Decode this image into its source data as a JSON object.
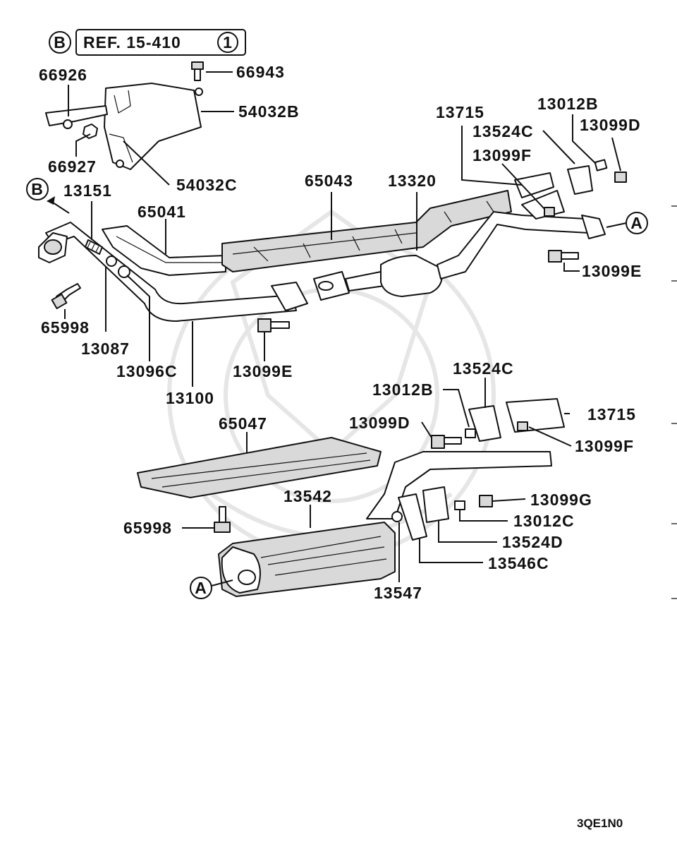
{
  "ref_box": {
    "marker": "B",
    "text": "REF. 15-410",
    "circled": "1"
  },
  "markers": {
    "b_top": "B",
    "a_right": "A",
    "a_bottom": "A"
  },
  "labels": [
    {
      "id": "66926",
      "text": "66926"
    },
    {
      "id": "66943",
      "text": "66943"
    },
    {
      "id": "54032B",
      "text": "54032B"
    },
    {
      "id": "66927",
      "text": "66927"
    },
    {
      "id": "54032C",
      "text": "54032C"
    },
    {
      "id": "13715a",
      "text": "13715"
    },
    {
      "id": "13012Ba",
      "text": "13012B"
    },
    {
      "id": "13524Ca",
      "text": "13524C"
    },
    {
      "id": "13099Da",
      "text": "13099D"
    },
    {
      "id": "13099Fa",
      "text": "13099F"
    },
    {
      "id": "65043",
      "text": "65043"
    },
    {
      "id": "13320",
      "text": "13320"
    },
    {
      "id": "13151",
      "text": "13151"
    },
    {
      "id": "65041",
      "text": "65041"
    },
    {
      "id": "13099Ea",
      "text": "13099E"
    },
    {
      "id": "65998a",
      "text": "65998"
    },
    {
      "id": "13087",
      "text": "13087"
    },
    {
      "id": "13096C",
      "text": "13096C"
    },
    {
      "id": "13099Eb",
      "text": "13099E"
    },
    {
      "id": "13100",
      "text": "13100"
    },
    {
      "id": "13524Cb",
      "text": "13524C"
    },
    {
      "id": "13012Bb",
      "text": "13012B"
    },
    {
      "id": "13715b",
      "text": "13715"
    },
    {
      "id": "13099Db",
      "text": "13099D"
    },
    {
      "id": "13099Fb",
      "text": "13099F"
    },
    {
      "id": "65047",
      "text": "65047"
    },
    {
      "id": "13542",
      "text": "13542"
    },
    {
      "id": "13099G",
      "text": "13099G"
    },
    {
      "id": "65998b",
      "text": "65998"
    },
    {
      "id": "13012C",
      "text": "13012C"
    },
    {
      "id": "13524D",
      "text": "13524D"
    },
    {
      "id": "13546C",
      "text": "13546C"
    },
    {
      "id": "13547",
      "text": "13547"
    }
  ],
  "diagram_code": "3QE1N0"
}
